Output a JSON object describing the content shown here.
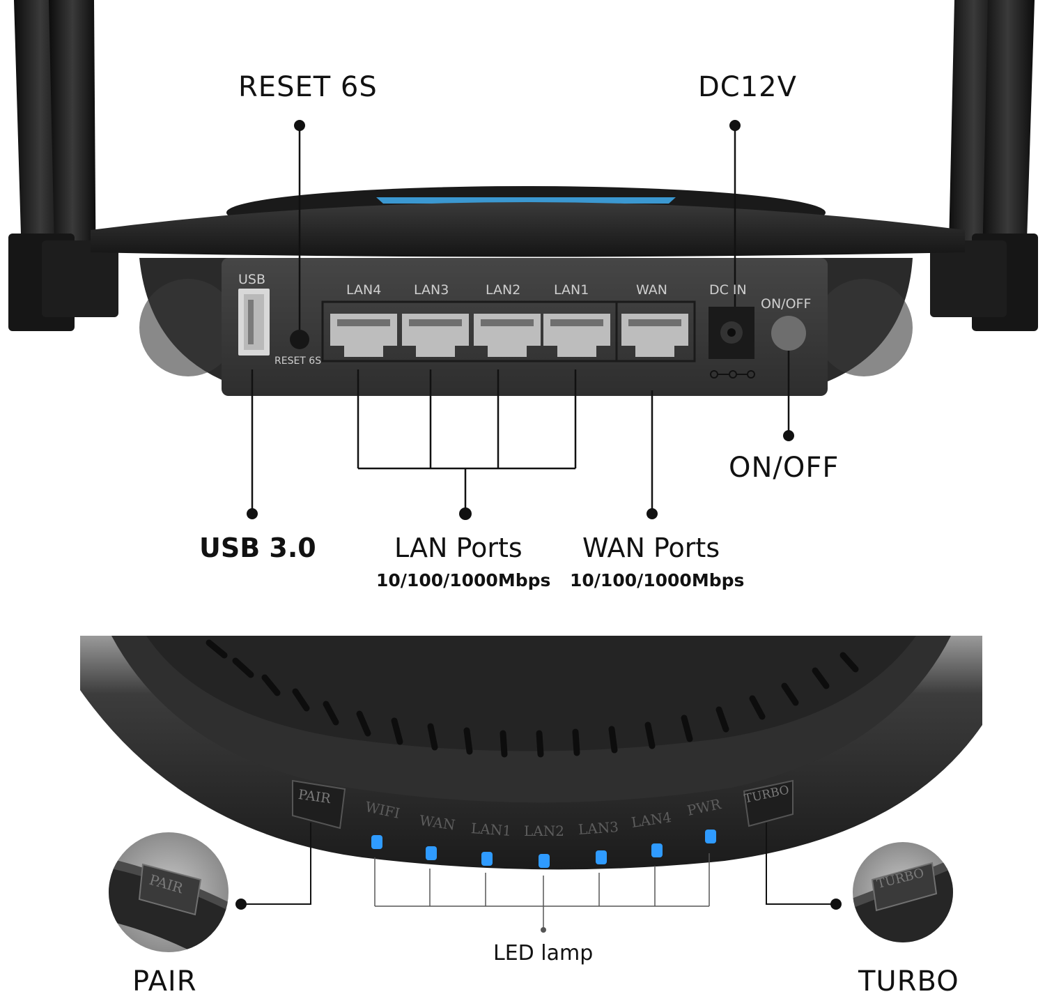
{
  "top_labels": {
    "reset": "RESET 6S",
    "dc": "DC12V",
    "onoff": "ON/OFF",
    "usb": "USB 3.0",
    "lan_title": "LAN Ports",
    "lan_speed": "10/100/1000Mbps",
    "wan_title": "WAN Ports",
    "wan_speed": "10/100/1000Mbps"
  },
  "panel_labels": {
    "usb": "USB",
    "reset": "RESET 6S",
    "lan4": "LAN4",
    "lan3": "LAN3",
    "lan2": "LAN2",
    "lan1": "LAN1",
    "wan": "WAN",
    "dcin": "DC IN",
    "onoff": "ON/OFF"
  },
  "led_labels": [
    "WIFI",
    "WAN",
    "LAN1",
    "LAN2",
    "LAN3",
    "LAN4",
    "PWR"
  ],
  "buttons": {
    "pair": "PAIR",
    "turbo": "TURBO"
  },
  "bottom_labels": {
    "led_lamp": "LED lamp",
    "pair": "PAIR",
    "turbo": "TURBO"
  },
  "colors": {
    "led": "#2f9bff",
    "body": "#2b2b2b",
    "panel": "#3a3a3a"
  }
}
